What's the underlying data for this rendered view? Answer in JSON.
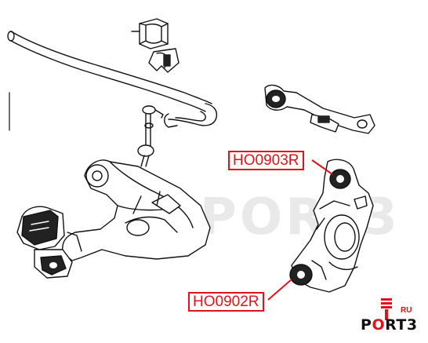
{
  "labels": {
    "part_upper": "HO0903R",
    "part_lower": "HO0902R"
  },
  "brand": {
    "text_prefix": "P",
    "text_accent": "O",
    "text_suffix": "RT3",
    "tld": "RU",
    "watermark": "PORT3"
  },
  "colors": {
    "callout": "#e0131a",
    "line": "#111111",
    "bushing": "#222222"
  }
}
